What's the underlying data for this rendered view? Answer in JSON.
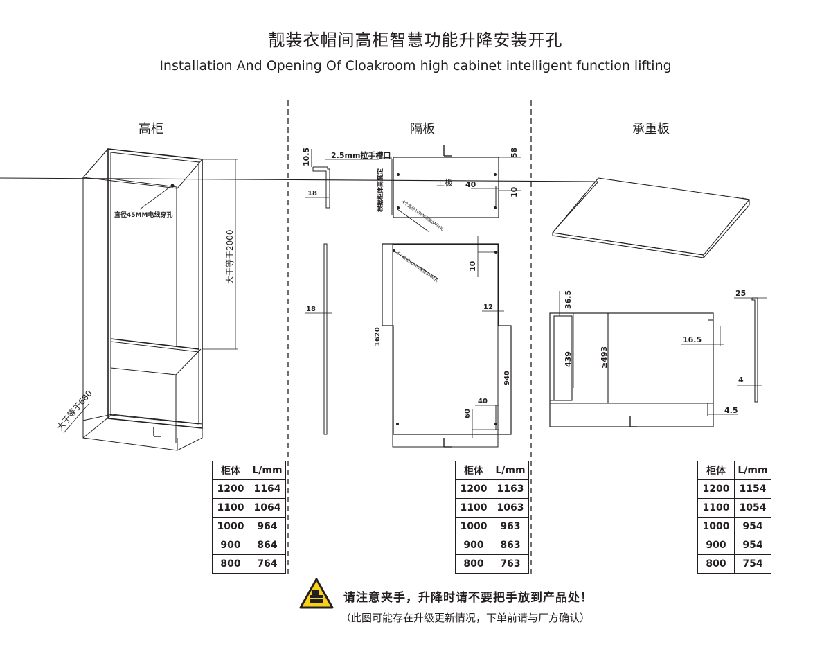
{
  "header": {
    "title_cn": "靓装衣帽间高柜智慧功能升降安装开孔",
    "title_en": "Installation And Opening Of Cloakroom high cabinet intelligent function lifting"
  },
  "sections": {
    "tall_cabinet": "高柜",
    "partition": "隔板",
    "shelf": "承重板"
  },
  "cabinet_labels": {
    "hole": "直径45MM电线穿孔",
    "height": "大于等于2000",
    "depth": "大于等于680",
    "L": "L"
  },
  "partition_labels": {
    "d10_5": "10.5",
    "groove": "2.5mm拉手槽口",
    "d18a": "18",
    "d18b": "18",
    "d58": "58",
    "d40a": "40",
    "d10a": "10",
    "top_board": "上板",
    "vert_note": "根据柜体高度定",
    "holes_top": "4个直径10MM深度8MM孔",
    "holes_side": "4个直径10MM深度8MM孔",
    "d10b": "10",
    "d12": "12",
    "d1620": "1620",
    "d940": "940",
    "d40b": "40",
    "d60": "60",
    "L1": "L",
    "L2": "L"
  },
  "shelf_labels": {
    "d36_5": "36.5",
    "d439": "439",
    "d493": "≥493",
    "d16_5": "16.5",
    "d25": "25",
    "d4": "4",
    "d4_5": "4.5",
    "L": "L"
  },
  "tables": [
    {
      "header": [
        "柜体",
        "L/mm"
      ],
      "rows": [
        [
          "1200",
          "1164"
        ],
        [
          "1100",
          "1064"
        ],
        [
          "1000",
          "964"
        ],
        [
          "900",
          "864"
        ],
        [
          "800",
          "764"
        ]
      ]
    },
    {
      "header": [
        "柜体",
        "L/mm"
      ],
      "rows": [
        [
          "1200",
          "1163"
        ],
        [
          "1100",
          "1063"
        ],
        [
          "1000",
          "963"
        ],
        [
          "900",
          "863"
        ],
        [
          "800",
          "763"
        ]
      ]
    },
    {
      "header": [
        "柜体",
        "L/mm"
      ],
      "rows": [
        [
          "1200",
          "1154"
        ],
        [
          "1100",
          "1054"
        ],
        [
          "1000",
          "954"
        ],
        [
          "900",
          "954"
        ],
        [
          "800",
          "754"
        ]
      ]
    }
  ],
  "warning": {
    "main": "请注意夹手，升降时请不要把手放到产品处！",
    "sub": "（此图可能存在升级更新情况，下单前请与厂方确认）"
  },
  "icons": [
    "hand-pinch-warning-icon"
  ],
  "colors": {
    "line": "#231f20",
    "warning_yellow": "#f7d117"
  }
}
